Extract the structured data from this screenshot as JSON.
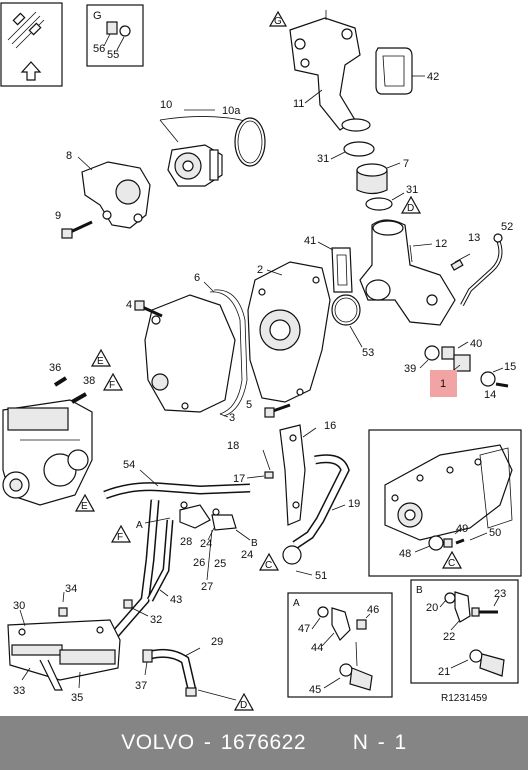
{
  "footer": {
    "text": "VOLVO - 1676622     N - 1"
  },
  "reference": "R1231459",
  "highlight_color": "#f2a3a3",
  "footer_color": "#858585",
  "callouts": {
    "c1": "1",
    "c2": "2",
    "c3": "3",
    "c4": "4",
    "c5": "5",
    "c6": "6",
    "c7": "7",
    "c8": "8",
    "c9": "9",
    "c10": "10",
    "c10a": "10a",
    "c11": "11",
    "c12": "12",
    "c13": "13",
    "c14": "14",
    "c15": "15",
    "c16": "16",
    "c17": "17",
    "c18": "18",
    "c19": "19",
    "c20": "20",
    "c21": "21",
    "c22": "22",
    "c23": "23",
    "c24": "24",
    "c25": "25",
    "c26": "26",
    "c27": "27",
    "c28": "28",
    "c29": "29",
    "c30": "30",
    "c31a": "31",
    "c31b": "31",
    "c32": "32",
    "c33": "33",
    "c34": "34",
    "c35": "35",
    "c36": "36",
    "c37": "37",
    "c38": "38",
    "c39": "39",
    "c40": "40",
    "c41": "41",
    "c42": "42",
    "c43": "43",
    "c44": "44",
    "c45": "45",
    "c46": "46",
    "c47": "47",
    "c48": "48",
    "c49": "49",
    "c50": "50",
    "c51": "51",
    "c52": "52",
    "c53": "53",
    "c54": "54",
    "c55": "55",
    "c56": "56"
  },
  "section_markers": {
    "G_box": "G",
    "G_tri": "G",
    "D_top": "D",
    "D_bottom": "D",
    "E_left": "E",
    "E_mid": "E",
    "F_left": "F",
    "F_mid": "F",
    "C_mid": "C",
    "C_detail": "C",
    "A_mid": "A",
    "B_mid": "B",
    "A_box": "A",
    "B_box": "B"
  }
}
